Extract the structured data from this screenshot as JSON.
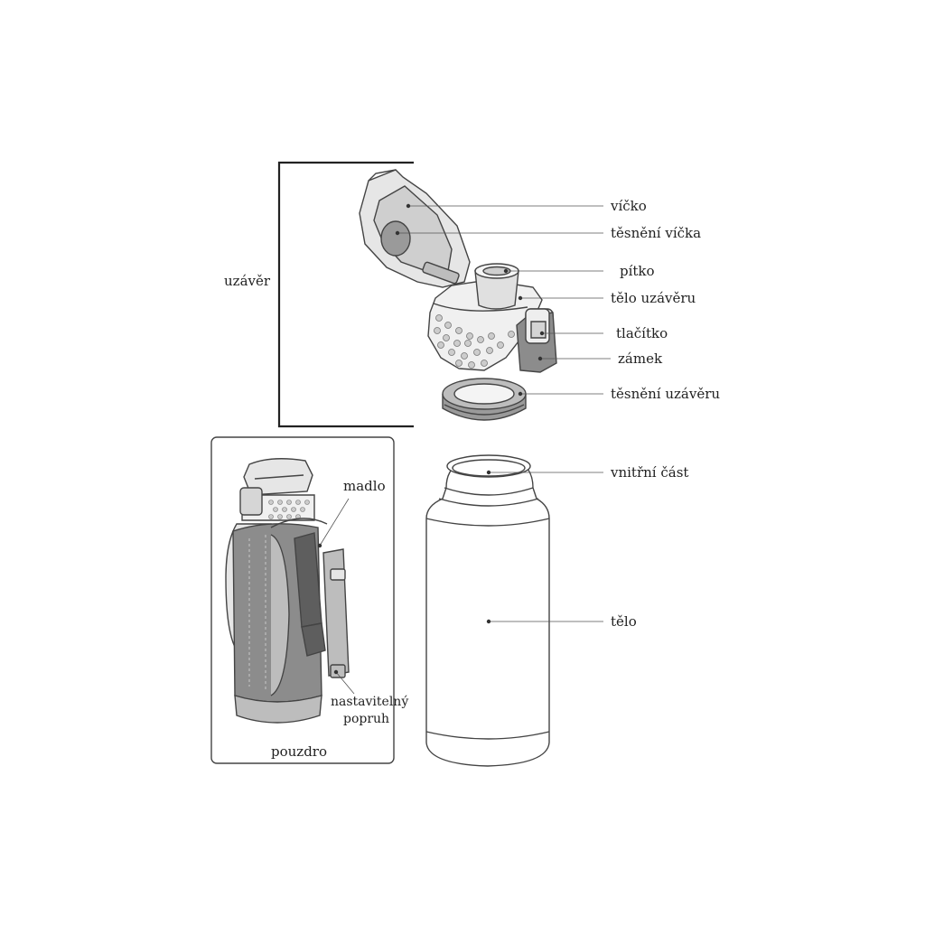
{
  "colors": {
    "background": "#ffffff",
    "outline": "#444444",
    "part_light": "#e6e6e6",
    "part_mid": "#bdbdbd",
    "part_dark": "#8c8c8c",
    "text": "#222222"
  },
  "cap_group": {
    "label": "uzávěr"
  },
  "cap_parts": {
    "lid": "víčko",
    "lid_seal": "těsnění víčka",
    "spout": "pítko",
    "cap_body": "tělo uzávěru",
    "button": "tlačítko",
    "lock": "zámek",
    "cap_seal": "těsnění uzávěru"
  },
  "bottle_parts": {
    "inner": "vnitřní část",
    "body": "tělo"
  },
  "pouch": {
    "title": "pouzdro",
    "handle": "madlo",
    "strap_line1": "nastavitelný",
    "strap_line2": "popruh"
  }
}
